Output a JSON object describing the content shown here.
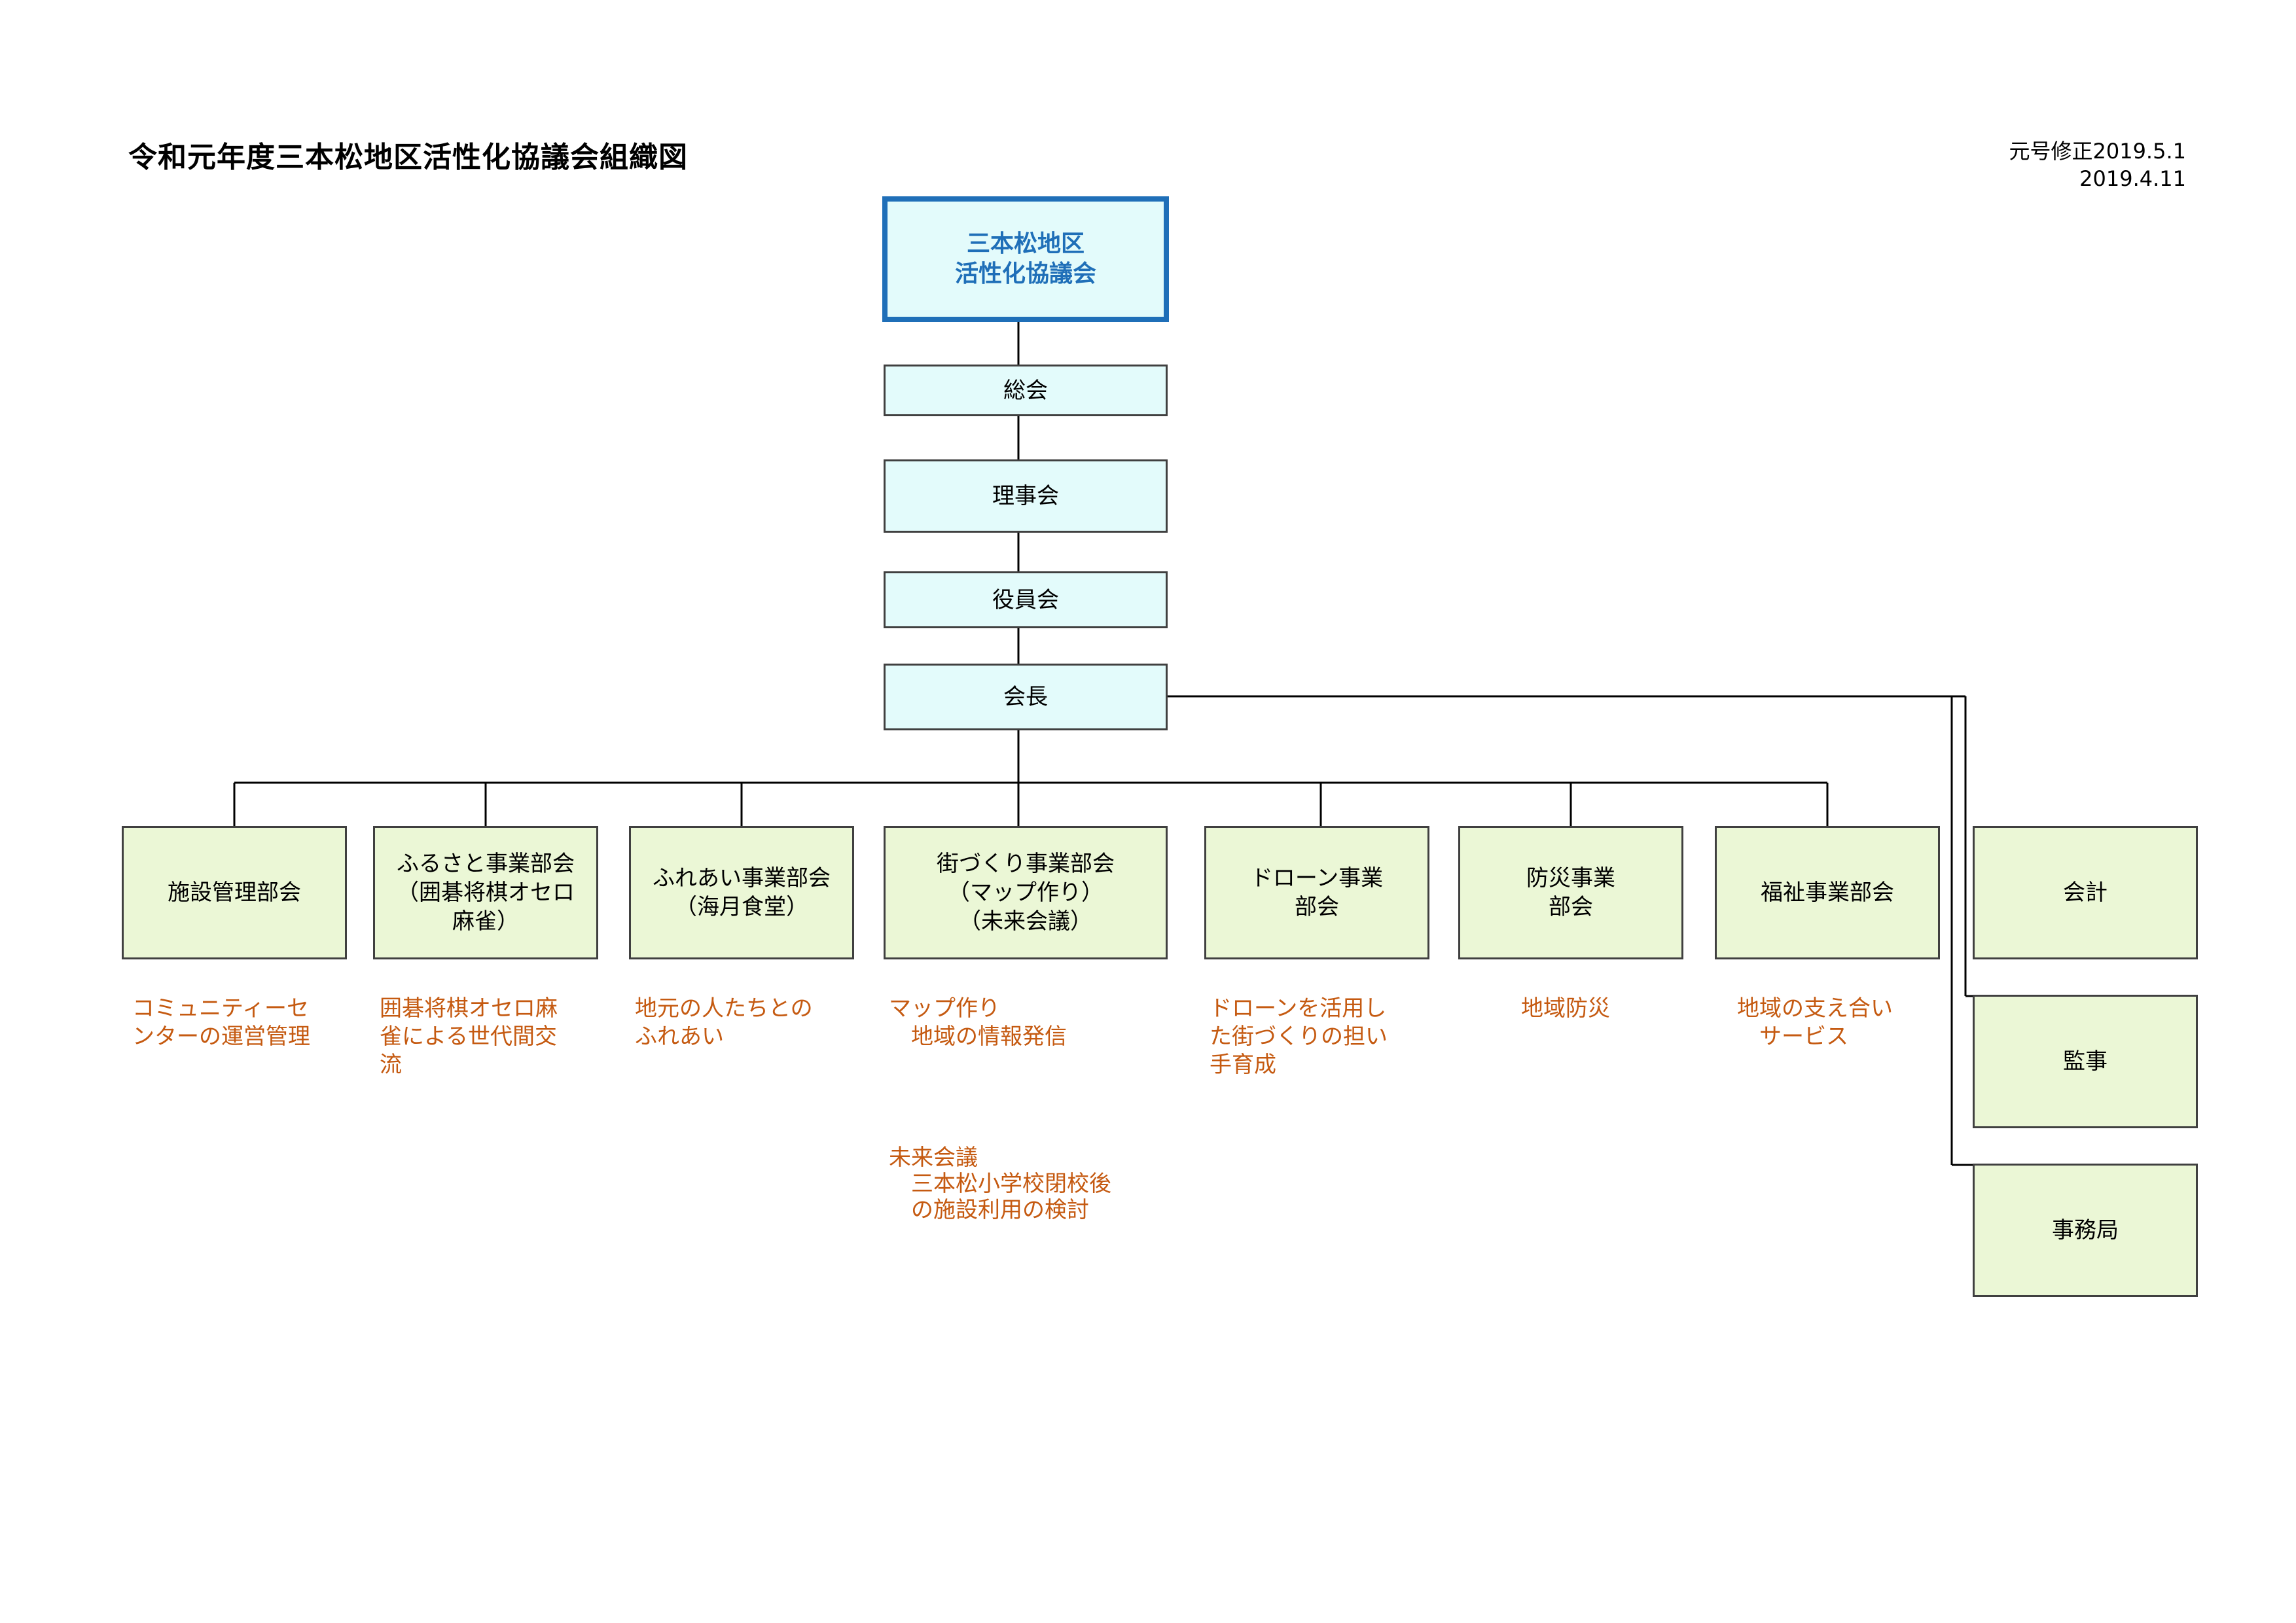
{
  "header": {
    "title": "令和元年度三本松地区活性化協議会組織図",
    "revision_line1": "元号修正2019.5.1",
    "revision_line2": "2019.4.11"
  },
  "colors": {
    "root_border": "#1f6fb8",
    "upper_fill": "#e3fbfb",
    "dept_fill": "#ebf7d6",
    "note_text": "#c55a11"
  },
  "hierarchy": {
    "root": "三本松地区\n活性化協議会",
    "general_assembly": "総会",
    "board": "理事会",
    "officers": "役員会",
    "chairman": "会長"
  },
  "departments": [
    {
      "label": "施設管理部会",
      "note": "コミュニティーセ\nンターの運営管理"
    },
    {
      "label": "ふるさと事業部会\n（囲碁将棋オセロ\n麻雀）",
      "note": "囲碁将棋オセロ麻\n雀による世代間交\n流"
    },
    {
      "label": "ふれあい事業部会\n（海月食堂）",
      "note": "地元の人たちとの\nふれあい"
    },
    {
      "label": "街づくり事業部会\n（マップ作り）\n（未来会議）",
      "note": "マップ作り\n　地域の情報発信"
    },
    {
      "label": "ドローン事業\n部会",
      "note": "ドローンを活用し\nた街づくりの担い\n手育成"
    },
    {
      "label": "防災事業\n部会",
      "note": "地域防災"
    },
    {
      "label": "福祉事業部会",
      "note": "地域の支え合い\n　サービス"
    }
  ],
  "future_meeting_note": "未来会議\n　三本松小学校閉校後\n　の施設利用の検討",
  "side_roles": [
    "会計",
    "監事",
    "事務局"
  ]
}
